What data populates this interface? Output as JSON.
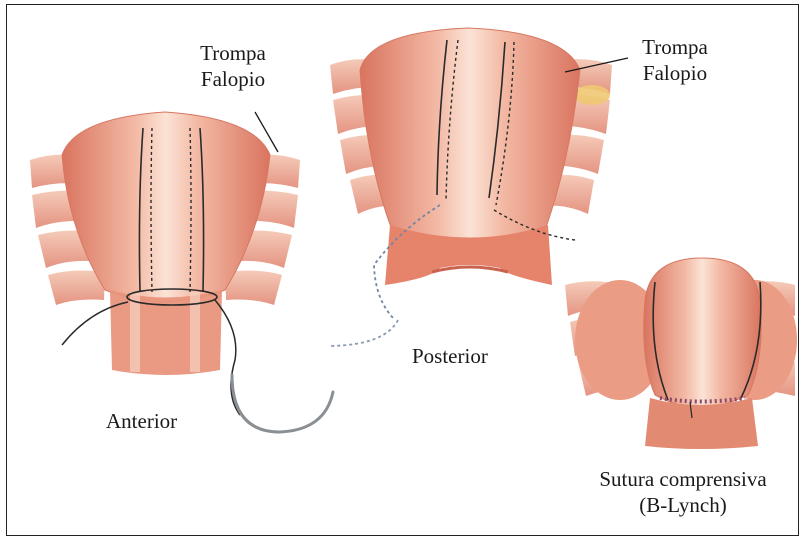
{
  "labels": {
    "tube_left_line1": "Trompa",
    "tube_left_line2": "Falopio",
    "tube_right_line1": "Trompa",
    "tube_right_line2": "Falopio",
    "anterior": "Anterior",
    "posterior": "Posterior",
    "compressive_line1": "Sutura comprensiva",
    "compressive_line2": "(B-Lynch)"
  },
  "colors": {
    "tissue_base": "#e8907a",
    "tissue_light": "#f6c9b6",
    "tissue_dark": "#c9624f",
    "tube_yellow": "#f0c873",
    "suture": "#2a2a2a",
    "needle": "#8a8f94"
  }
}
